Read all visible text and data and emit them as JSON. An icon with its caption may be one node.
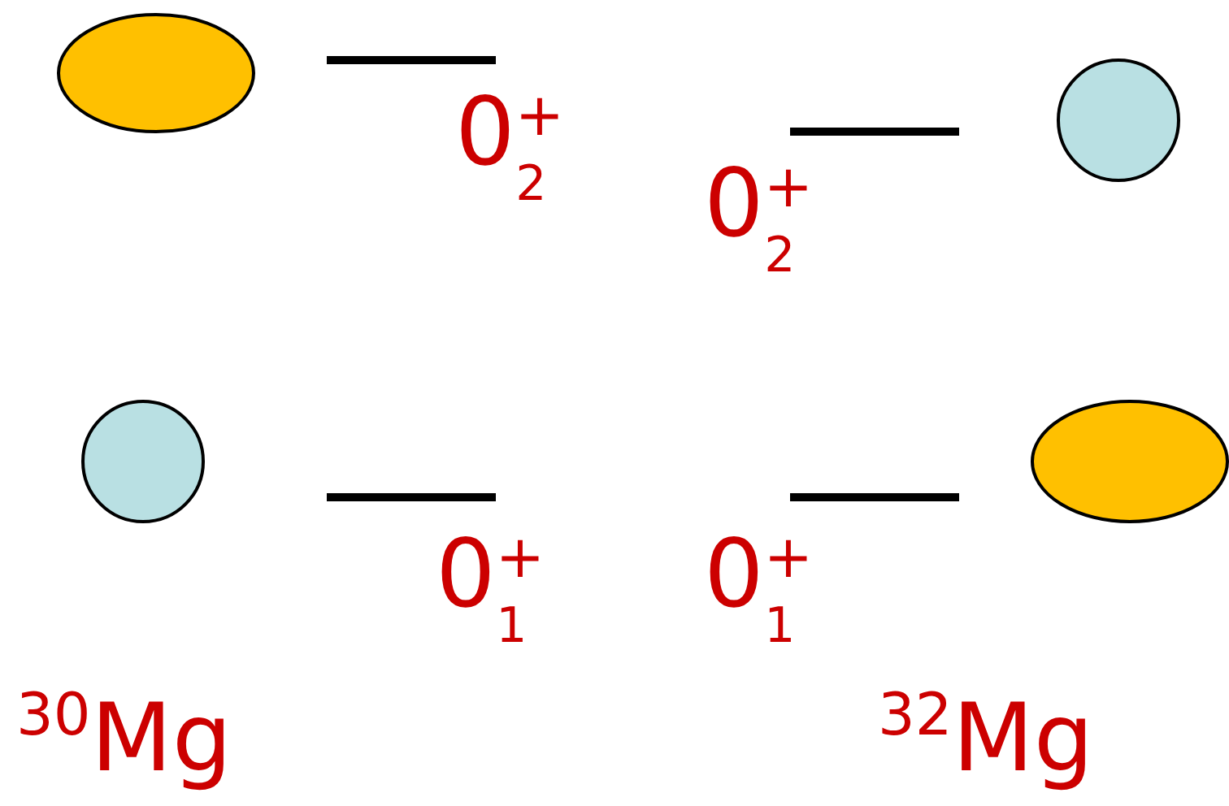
{
  "diagram": {
    "labels": [
      "0$^{+}$$_{2}$",
      "0$^{+}$$_{2}$",
      "0$^{+}$$_{1}$",
      "0$^{+}$$_{1}$",
      "$^{30}$Mg",
      "$^{32}$Mg"
    ]
  }
}
